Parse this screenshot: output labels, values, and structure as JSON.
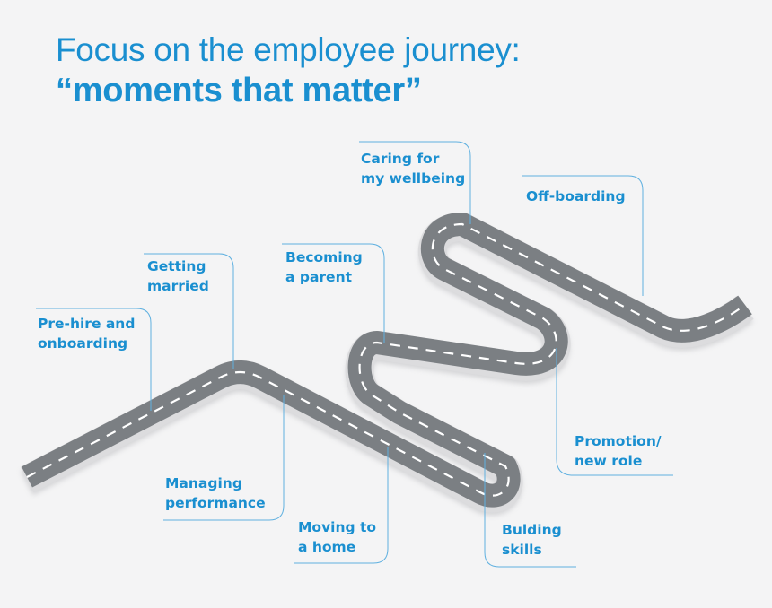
{
  "title": {
    "line1": "Focus on the employee journey:",
    "line2": "“moments that matter”"
  },
  "moments": [
    {
      "id": "pre-hire",
      "label": "Pre-hire and\nonboarding"
    },
    {
      "id": "getting-married",
      "label": "Getting\nmarried"
    },
    {
      "id": "managing-performance",
      "label": "Managing\nperformance"
    },
    {
      "id": "becoming-parent",
      "label": "Becoming\na parent"
    },
    {
      "id": "moving-home",
      "label": "Moving to\na home"
    },
    {
      "id": "caring-wellbeing",
      "label": "Caring for\nmy wellbeing"
    },
    {
      "id": "building-skills",
      "label": "Bulding\nskills"
    },
    {
      "id": "promotion",
      "label": "Promotion/\nnew role"
    },
    {
      "id": "off-boarding",
      "label": "Off-boarding"
    }
  ],
  "colors": {
    "accent": "#1a8fd0",
    "road": "#7b7f83",
    "road_edge": "#dcdcde",
    "lane_marking": "#ffffff",
    "connector": "#5fb0e0"
  }
}
